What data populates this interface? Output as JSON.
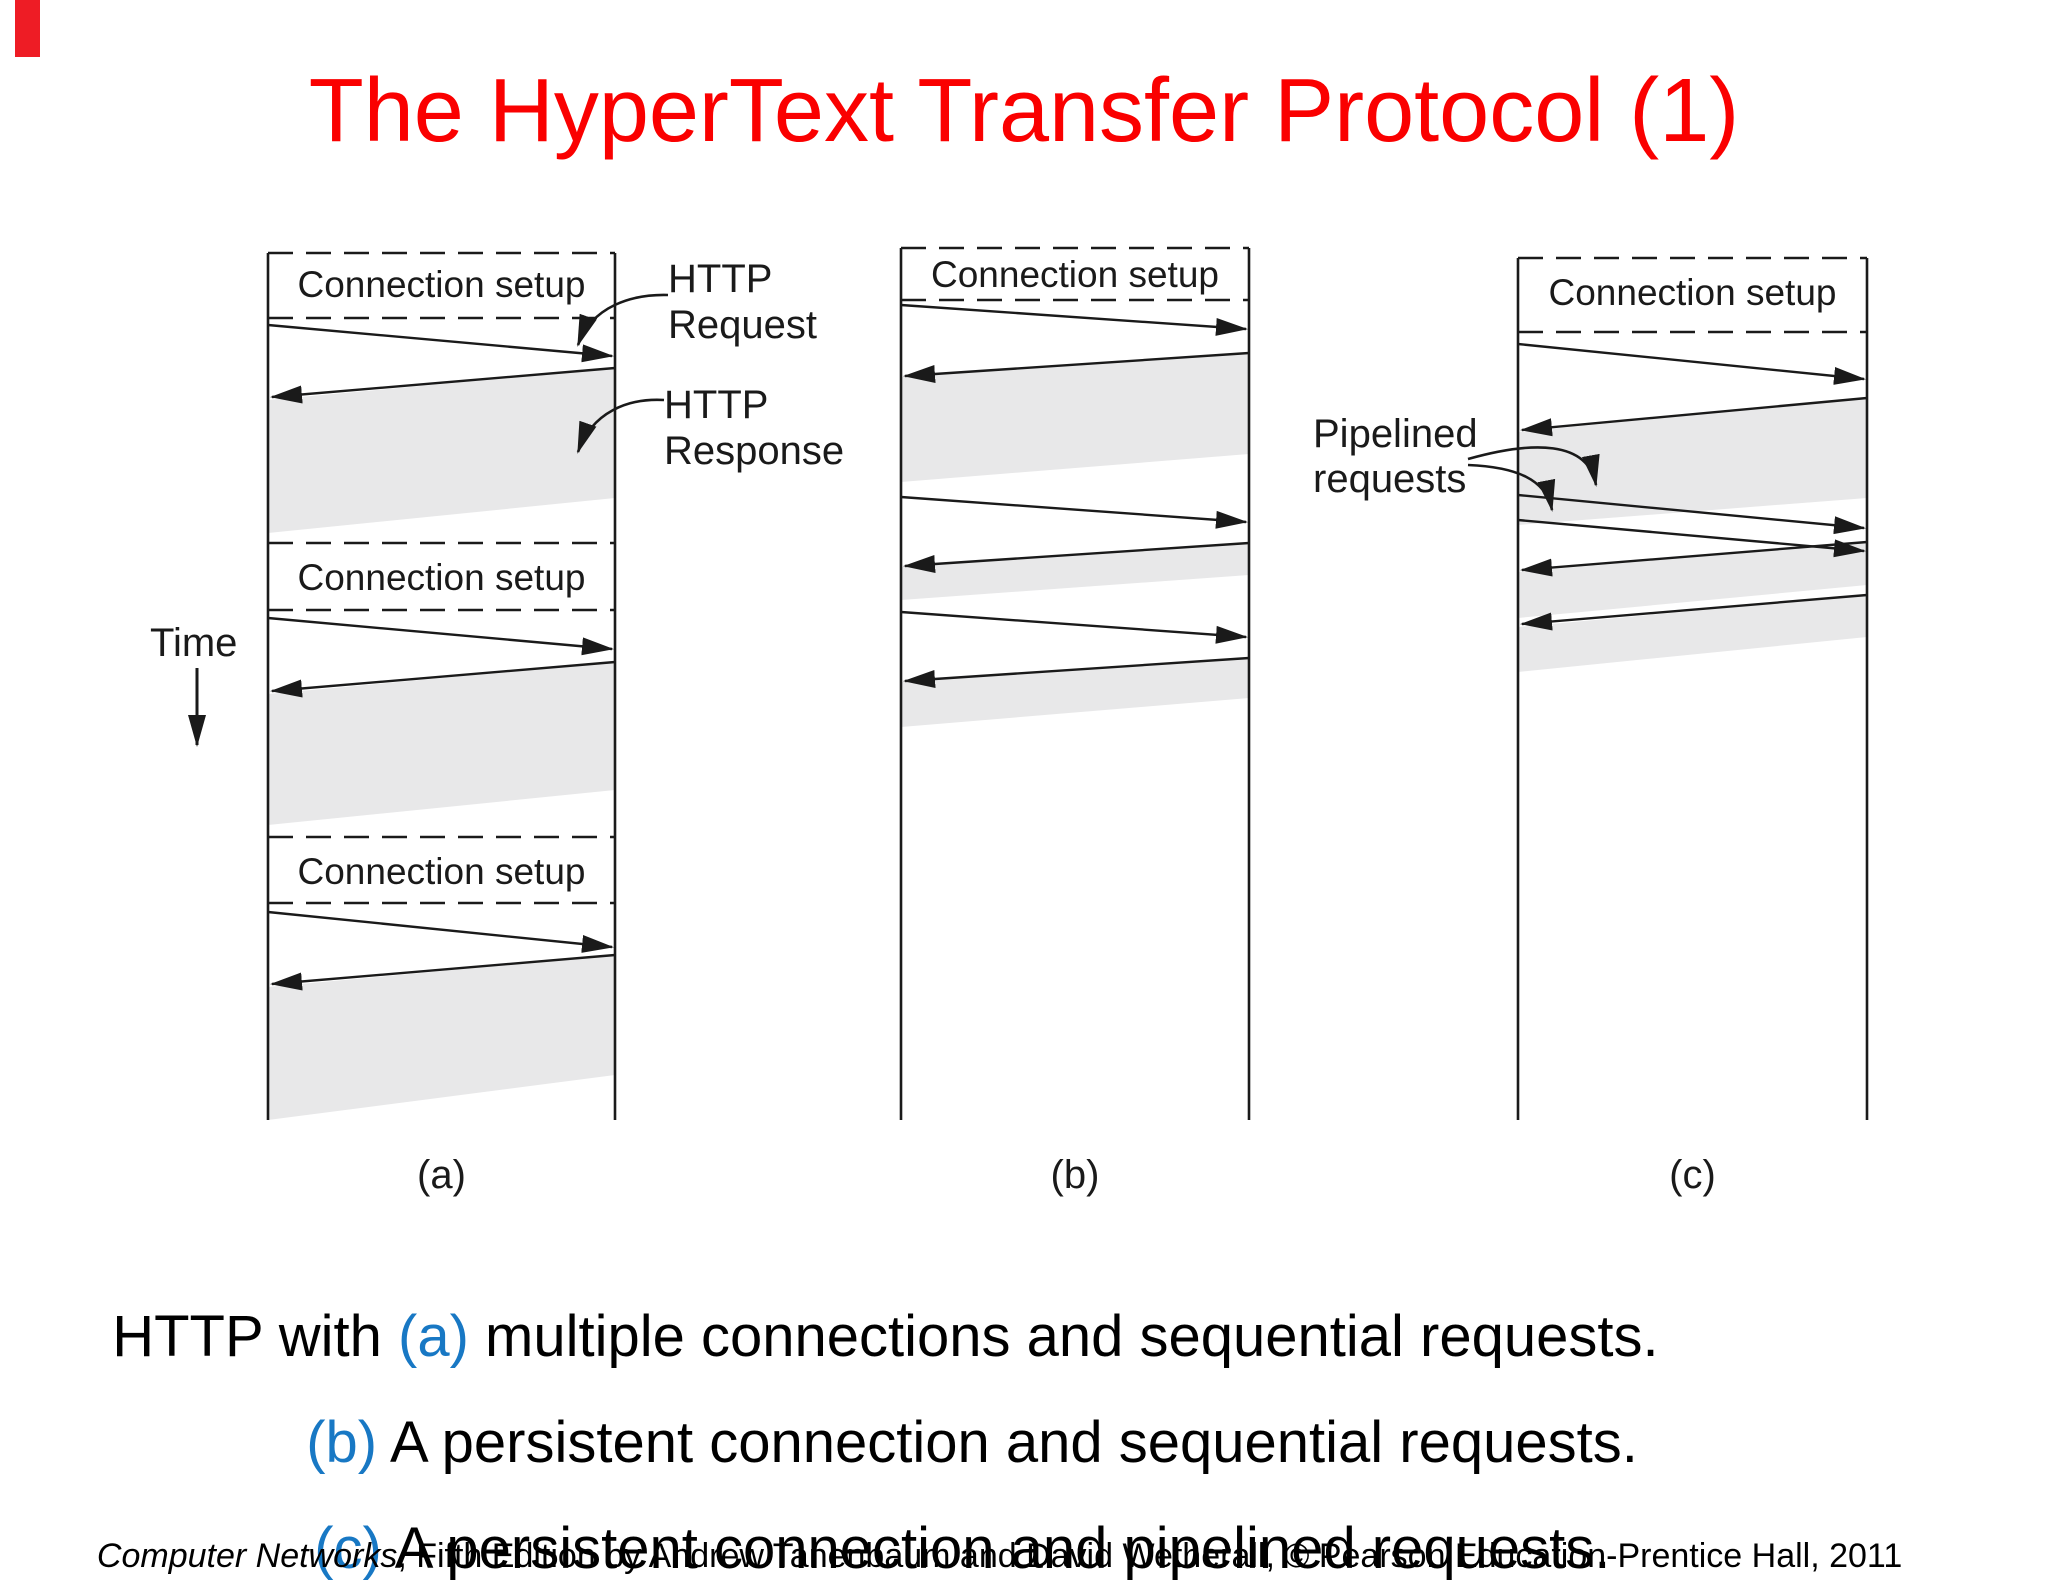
{
  "title": {
    "text": "The HyperText Transfer Protocol (1)",
    "color": "#fa0000"
  },
  "decor": {
    "corner_accent_color": "#ee1c25"
  },
  "diagram": {
    "connection_setup_label": "Connection setup",
    "time_label": "Time",
    "http_request_label_line1": "HTTP",
    "http_request_label_line2": "Request",
    "http_response_label_line1": "HTTP",
    "http_response_label_line2": "Response",
    "pipelined_label_line1": "Pipelined",
    "pipelined_label_line2": "requests",
    "panel_a_label": "(a)",
    "panel_b_label": "(b)",
    "panel_c_label": "(c)",
    "band_color": "#e8e8e9",
    "line_color": "#1a1a1a"
  },
  "caption": {
    "accent_color": "#1878c4",
    "line1_pre": "HTTP with ",
    "line1_ref": "(a)",
    "line1_post": " multiple connections and sequential requests.",
    "line2_ref": "(b)",
    "line2_post": " A persistent connection and sequential requests.",
    "line3_ref": "(c)",
    "line3_post": " A persistent connection and pipelined requests."
  },
  "footer": {
    "book_title": "Computer Networks",
    "rest": ", Fifth Edition by Andrew Tanenbaum and David Wetherall, © Pearson Education-Prentice Hall, 2011"
  }
}
